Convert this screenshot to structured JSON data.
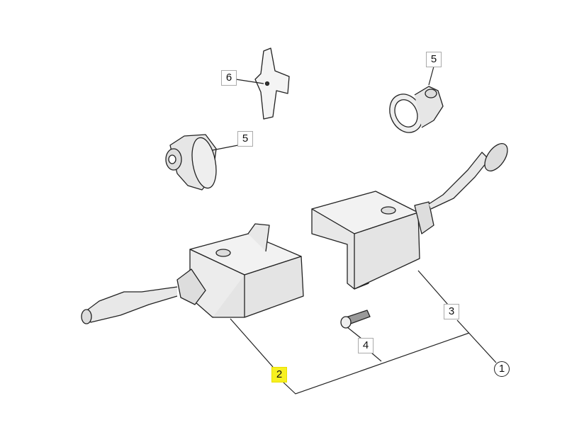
{
  "diagram": {
    "callouts": [
      {
        "id": "callout-6",
        "text": "6"
      },
      {
        "id": "callout-5-right",
        "text": "5"
      },
      {
        "id": "callout-5-left",
        "text": "5"
      },
      {
        "id": "callout-3",
        "text": "3"
      },
      {
        "id": "callout-4",
        "text": "4"
      },
      {
        "id": "callout-2",
        "text": "2"
      },
      {
        "id": "callout-1",
        "text": "1"
      }
    ],
    "highlight_color": "#f7f020"
  }
}
